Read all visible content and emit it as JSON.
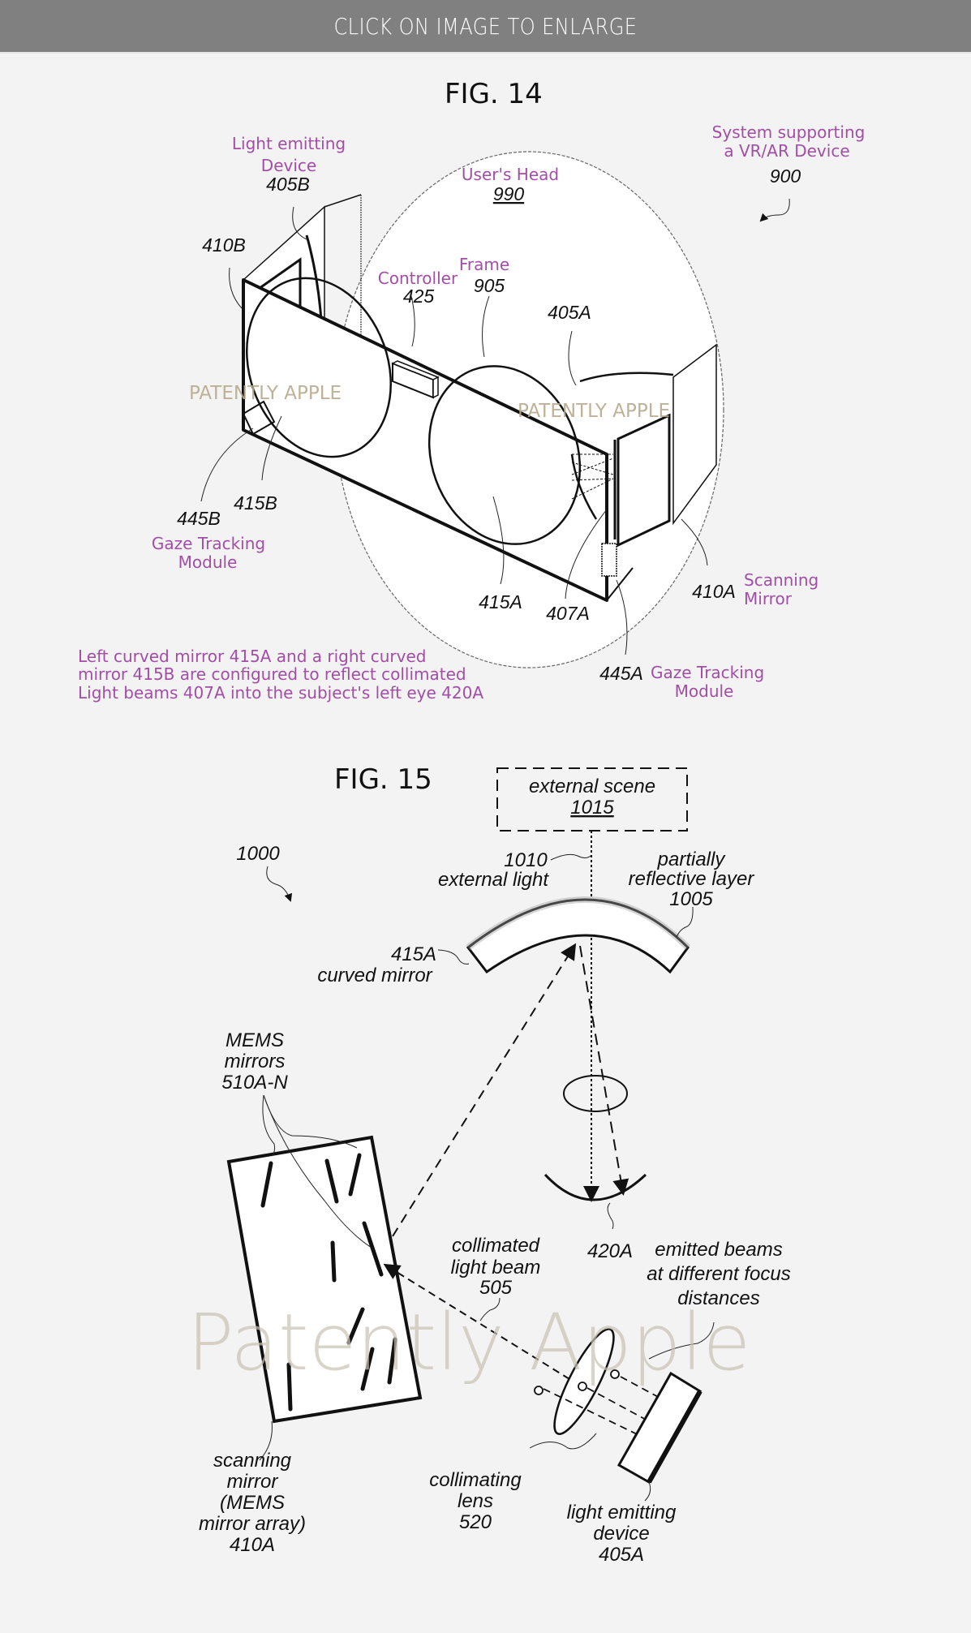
{
  "banner": {
    "label": "CLICK ON IMAGE TO ENLARGE"
  },
  "fig14": {
    "title": "FIG. 14",
    "system_label_line1": "System supporting",
    "system_label_line2": "a VR/AR Device",
    "system_number": "900",
    "users_head_label": "User's Head",
    "users_head_number": "990",
    "light_emitting_label_line1": "Light emitting",
    "light_emitting_label_line2": "Device",
    "light_emitting_number": "405B",
    "scanning_mirror_b_number": "410B",
    "controller_label": "Controller",
    "controller_number": "425",
    "frame_label": "Frame",
    "frame_number": "905",
    "light_emitting_a_number": "405A",
    "gaze_b_number": "445B",
    "curved_mirror_b_number": "415B",
    "gaze_b_label_line1": "Gaze Tracking",
    "gaze_b_label_line2": "Module",
    "curved_mirror_a_number": "415A",
    "beams_number": "407A",
    "scanning_mirror_a_number": "410A",
    "scanning_mirror_a_label_line1": "Scanning",
    "scanning_mirror_a_label_line2": "Mirror",
    "gaze_a_number": "445A",
    "gaze_a_label_line1": "Gaze Tracking",
    "gaze_a_label_line2": "Module",
    "caption_line1": "Left curved mirror 415A and a right curved",
    "caption_line2": "mirror 415B are configured to reflect collimated",
    "caption_line3": "Light beams 407A into the subject's left eye 420A",
    "watermark": "PATENTLY APPLE"
  },
  "fig15": {
    "title": "FIG. 15",
    "system_number": "1000",
    "external_scene_label": "external scene",
    "external_scene_number": "1015",
    "external_light_number": "1010",
    "external_light_label": "external light",
    "partial_layer_line1": "partially",
    "partial_layer_line2": "reflective layer",
    "partial_layer_number": "1005",
    "curved_mirror_number": "415A",
    "curved_mirror_label": "curved mirror",
    "mems_line1": "MEMS",
    "mems_line2": "mirrors",
    "mems_number": "510A-N",
    "eye_number": "420A",
    "collimated_line1": "collimated",
    "collimated_line2": "light beam",
    "collimated_number": "505",
    "emitted_line1": "emitted beams",
    "emitted_line2": "at different focus",
    "emitted_line3": "distances",
    "scanning_line1": "scanning",
    "scanning_line2": "mirror",
    "scanning_line3": "(MEMS",
    "scanning_line4": "mirror array)",
    "scanning_number": "410A",
    "lens_line1": "collimating",
    "lens_line2": "lens",
    "lens_number": "520",
    "led_line1": "light emitting",
    "led_line2": "device",
    "led_number": "405A",
    "watermark": "Patently Apple"
  },
  "colors": {
    "banner_bg": "#808080",
    "page_bg": "#f3f3f3",
    "label_purple": "#a24ea6",
    "watermark": "#c9c2b2"
  }
}
